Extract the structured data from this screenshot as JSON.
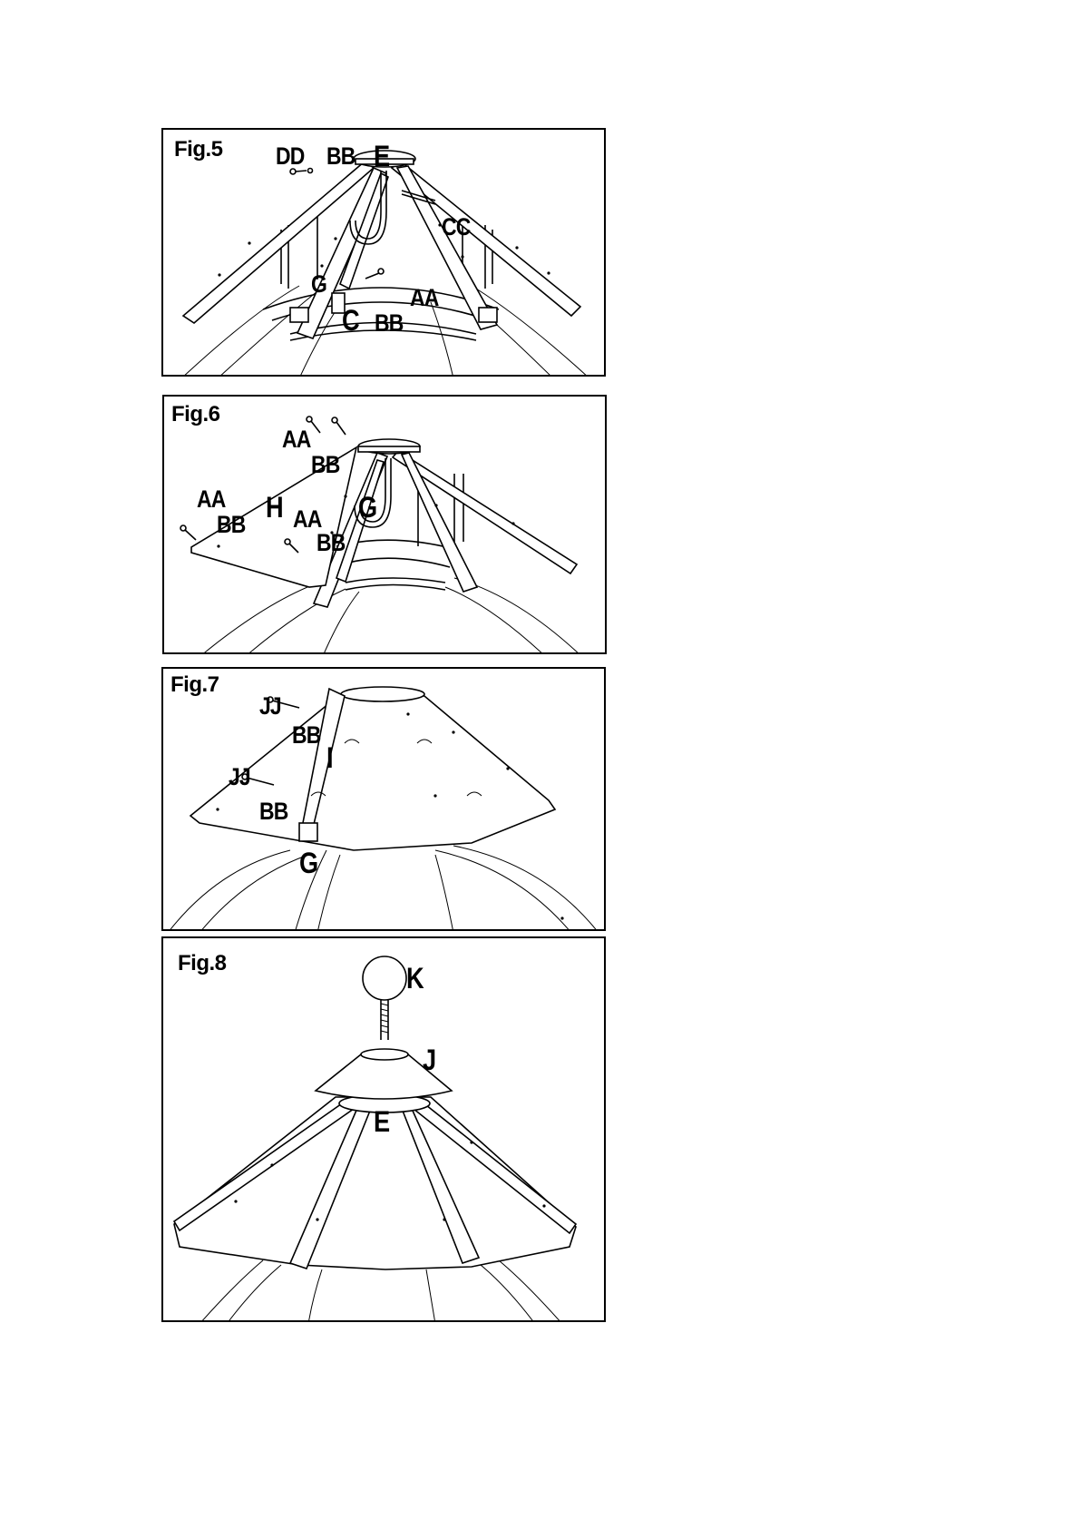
{
  "figures": [
    {
      "title": "Fig.5",
      "labels": {
        "dd": "DD",
        "bb1": "BB",
        "e": "E",
        "cc": "CC",
        "g": "G",
        "aa": "AA",
        "c": "C",
        "bb2": "BB"
      }
    },
    {
      "title": "Fig.6",
      "labels": {
        "aa1": "AA",
        "bb1": "BB",
        "aa2": "AA",
        "h": "H",
        "bb2": "BB",
        "aa3": "AA",
        "g": "G",
        "bb3": "BB"
      }
    },
    {
      "title": "Fig.7",
      "labels": {
        "jj1": "JJ",
        "bb1": "BB",
        "i": "I",
        "jj2": "JJ",
        "bb2": "BB",
        "g": "G"
      }
    },
    {
      "title": "Fig.8",
      "labels": {
        "k": "K",
        "j": "J",
        "e": "E"
      }
    }
  ]
}
